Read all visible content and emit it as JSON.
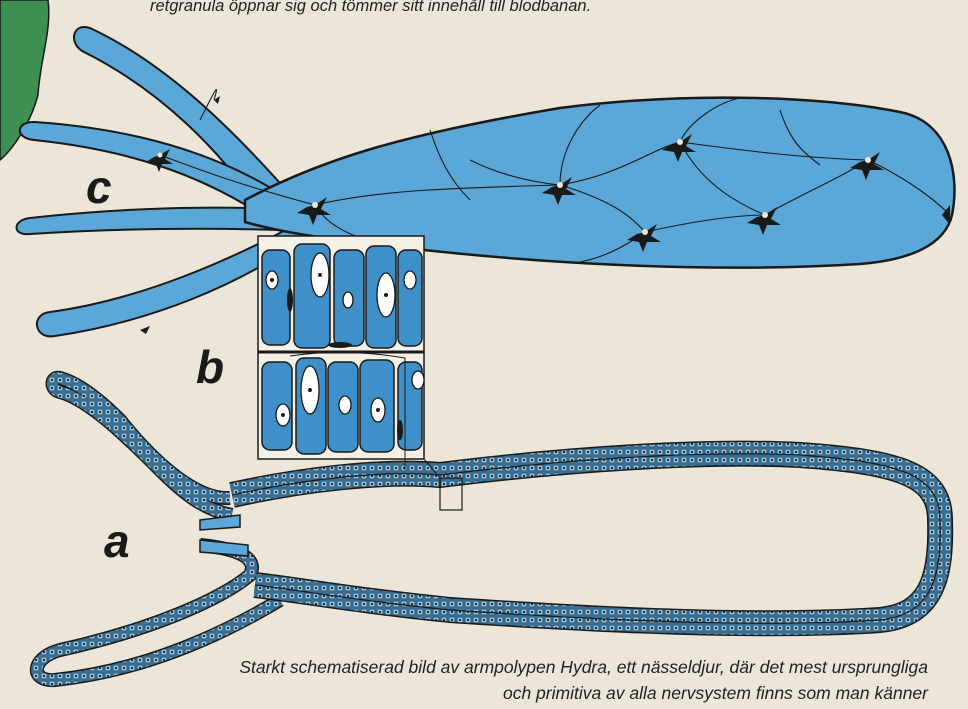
{
  "caption_top": "retgranula öppnar sig och tömmer sitt innehåll till blodbanan.",
  "caption_bottom": "Starkt schematiserad bild av armpolypen Hydra, ett nässeldjur, där det mest ursprungliga och primitiva av alla nervsystem finns som man känner",
  "labels": {
    "a": "a",
    "b": "b",
    "c": "c"
  },
  "colors": {
    "background": "#ece6d9",
    "body_blue": "#5aa7d8",
    "tissue_blue": "#3f8fc8",
    "outline": "#1a1a1a",
    "green_blob": "#3d8f52"
  }
}
